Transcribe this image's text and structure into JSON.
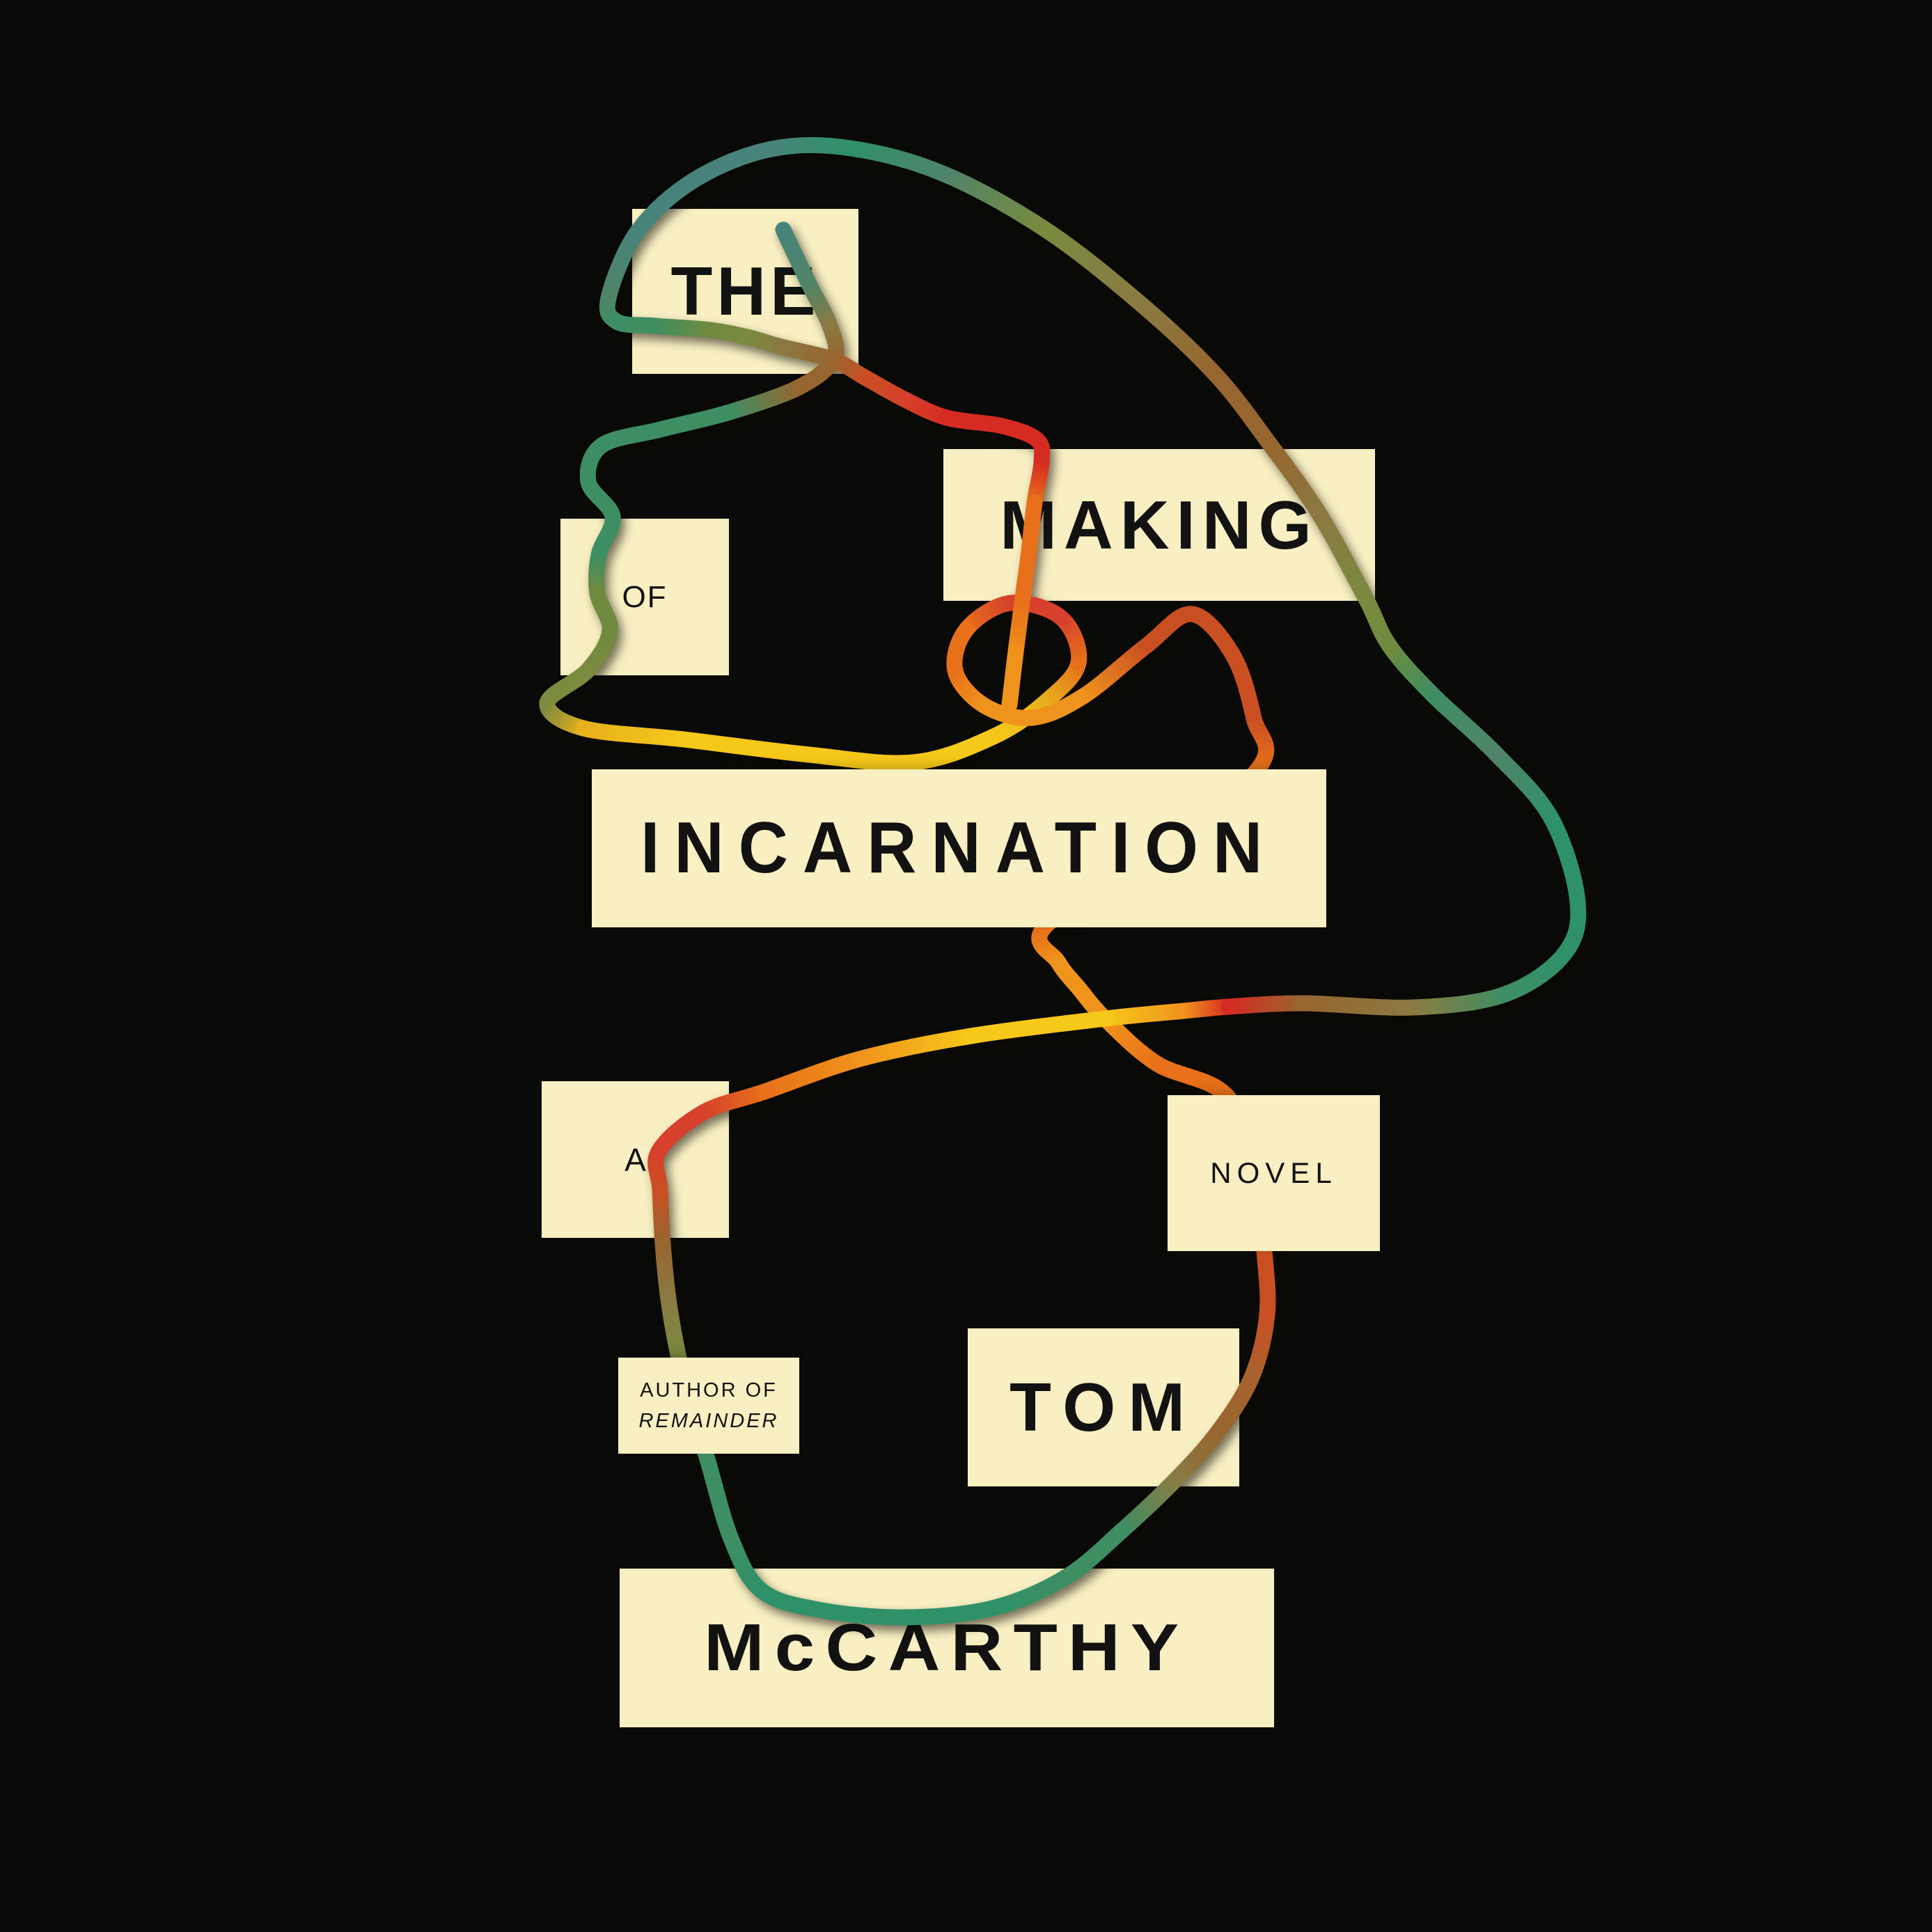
{
  "cover": {
    "title_words": [
      "THE",
      "MAKING",
      "OF",
      "INCARNATION"
    ],
    "background_color": "#0a0a08",
    "panel_color": "#f8efc2",
    "text_color": "#121212",
    "blocks": {
      "the": {
        "label": "THE"
      },
      "of": {
        "label": "OF"
      },
      "making": {
        "label": "MAKING"
      },
      "incarnation": {
        "label": "INCARNATION"
      },
      "a": {
        "label": "A"
      },
      "novel": {
        "label": "NOVEL"
      },
      "author": {
        "line1": "AUTHOR OF",
        "line2": "REMAINDER"
      },
      "tom": {
        "label": "TOM"
      },
      "mccarthy": {
        "label": "McCARTHY"
      }
    },
    "rope_palette": [
      "#47837a",
      "#3e8e63",
      "#2f9168",
      "#6f8a3f",
      "#7a8a3f",
      "#8a7a42",
      "#97652f",
      "#a9622d",
      "#c94f23",
      "#d6402c",
      "#d62b22",
      "#e8701a",
      "#f0931c",
      "#f6c81a",
      "#e8b01d",
      "#4f8468"
    ]
  }
}
